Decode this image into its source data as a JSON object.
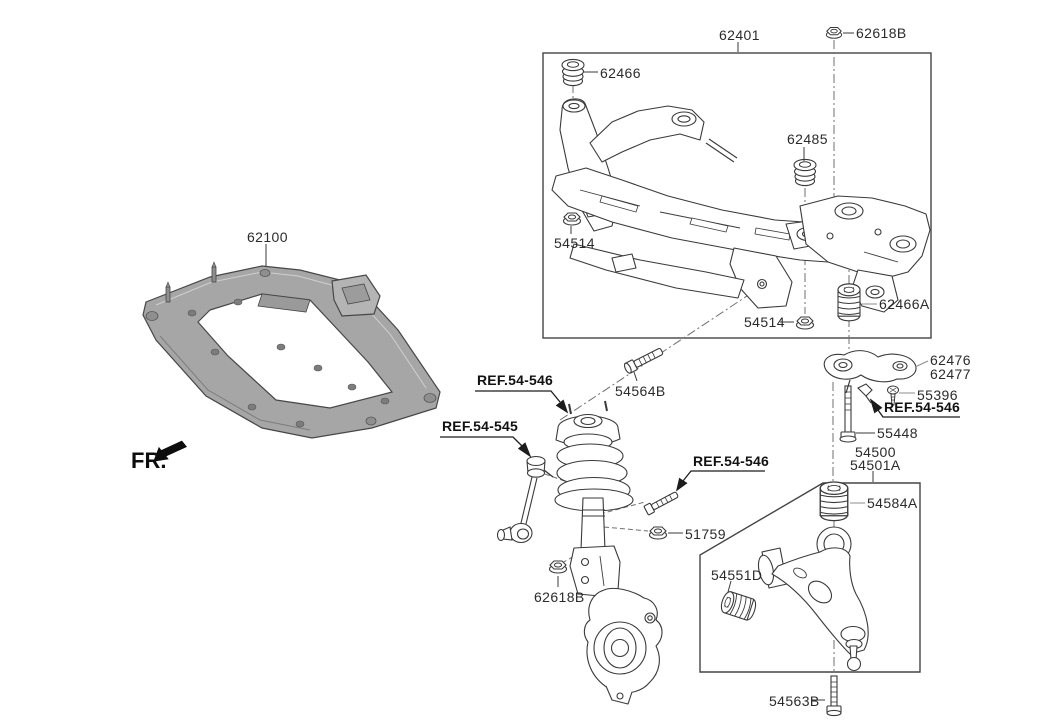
{
  "diagram": {
    "fr_indicator": "FR.",
    "parts": {
      "p62100": "62100",
      "p62401": "62401",
      "p62618B_top": "62618B",
      "p62466": "62466",
      "p62485": "62485",
      "p54514_left": "54514",
      "p54514_right": "54514",
      "p62466A": "62466A",
      "p54564B": "54564B",
      "p62476": "62476",
      "p62477": "62477",
      "p55396": "55396",
      "p55448": "55448",
      "p54500": "54500",
      "p54501A": "54501A",
      "p51759": "51759",
      "p54584A": "54584A",
      "p54551D": "54551D",
      "p62618B_bottom": "62618B",
      "p54563B": "54563B"
    },
    "refs": {
      "ref_strut_top": "REF.54-546",
      "ref_stabilizer": "REF.54-545",
      "ref_strut_clamp": "REF.54-546",
      "ref_bracket": "REF.54-546"
    },
    "colors": {
      "line": "#3a3a3a",
      "leader_light": "#8c8c8c",
      "subframe_fill": "#a6a6a6"
    }
  }
}
